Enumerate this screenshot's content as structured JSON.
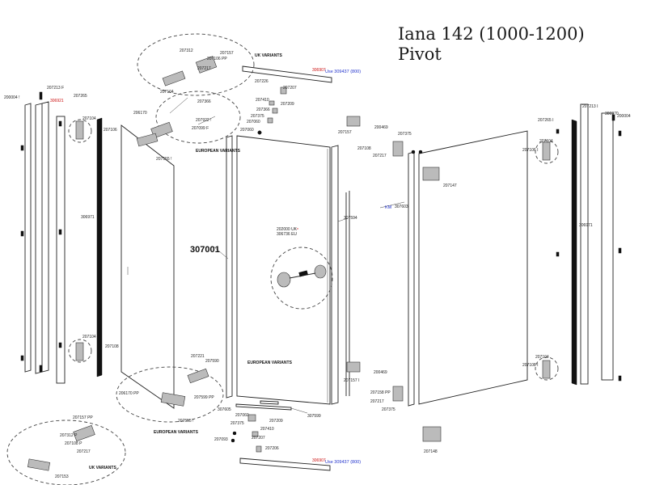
{
  "title": {
    "line1": "Iana 142 (1000-1200)",
    "line2": "Pivot"
  },
  "main_part_number": "307001",
  "warning_marker": "*",
  "colors": {
    "page": "#ffffff",
    "line": "#222222",
    "red_note": "#cc1111",
    "blue_note": "#2233cc"
  },
  "variant_labels": {
    "uk_top": "UK VARIANTS",
    "european_mid": "EUROPEAN VARIANTS",
    "european_door": "EUROPEAN VARIANTS",
    "european_bottom": "EUROPEAN VARIANTS",
    "uk_bottom": "UK VARIANTS"
  },
  "notes": {
    "top_seal_red": "306907",
    "top_seal_blue": "Use 309437 (800)",
    "bottom_seal_red": "306907",
    "bottom_seal_blue": "Use 309437 (800)",
    "km": "KM",
    "handle_uk": "202000 UK",
    "handle_eu": "306736 EU"
  },
  "part_labels": {
    "p_200004_l": "200004 !",
    "p_207213_f": "207213 F",
    "p_306921": "306921",
    "p_207265": "207265",
    "p_207104_t": "207104",
    "p_207106": "207106",
    "p_306971_l": "306971",
    "p_207104_b": "207104",
    "p_207108": "207108",
    "p_207312_t": "207312",
    "p_207157_t": "207157",
    "p_207106_pp": "207106 PP",
    "p_207217_t": "207217",
    "p_207104_ut": "207104",
    "p_207226": "207226",
    "p_207207_t": "207207",
    "p_207410": "207410",
    "p_207209_t": "207209",
    "p_207366": "207366",
    "p_207375_t": "207375",
    "p_207060": "207060",
    "p_206170": "206170",
    "p_207366_mid": "207366",
    "p_207922": "207922 !",
    "p_207099": "207099 F",
    "p_207555_t": "207555 !",
    "p_307594": "307594",
    "p_207157_r": "207157",
    "p_200469_t": "200469",
    "p_207375_r": "207375",
    "p_207108_r": "207108",
    "p_207217_r": "207217",
    "p_207147_t": "207147",
    "p_307603": "307603",
    "p_207213_r": "207213 I",
    "p_306970": "306970",
    "p_200004_r": "200004",
    "p_207265_r": "207265 I",
    "p_207104_rt": "207104",
    "p_207106_r": "207106 I",
    "p_306971_r": "306971",
    "p_207104_rb": "207104",
    "p_207108_rb": "207108 I",
    "p_207221": "207221",
    "p_207590": "207590",
    "p_207599_pp": "207599 PP",
    "p_206170_pp": "206170 PP",
    "p_207555_b": "207555 !",
    "p_207157_rb": "207157 I",
    "p_200469_b": "200469",
    "p_207158_pp": "207158 PP",
    "p_207217_rb": "207217",
    "p_207375_rb": "207375",
    "p_207148": "207148",
    "p_307605": "307605",
    "p_207060_b": "207060",
    "p_207375_b": "207375",
    "p_207209_b": "207209",
    "p_207410_b": "207410",
    "p_207093": "207093",
    "p_207207_b": "207207",
    "p_207206": "207206",
    "p_307599": "307599",
    "p_207157_pp": "207157 PP",
    "p_207312_b": "207312 P",
    "p_207108_p": "207108 P",
    "p_207217_b": "207217",
    "p_207153": "207153"
  }
}
